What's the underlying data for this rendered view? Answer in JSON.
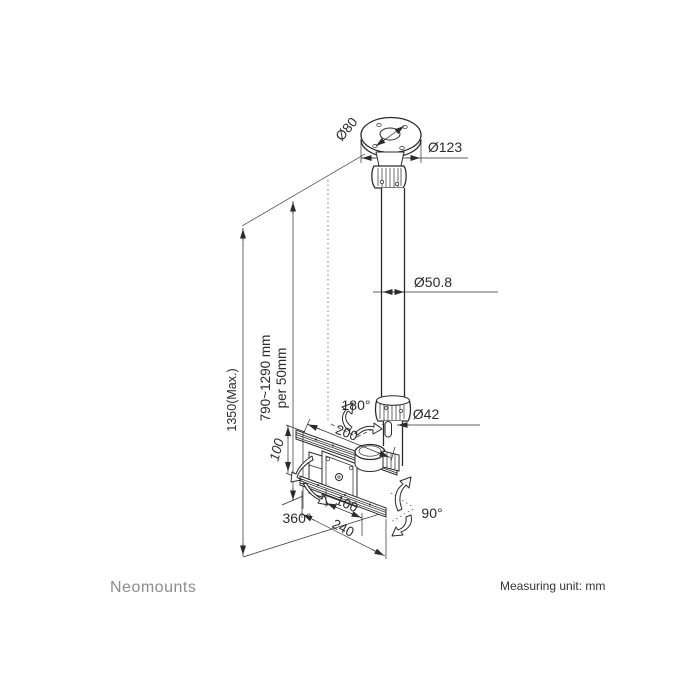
{
  "diagram": {
    "type": "product-dimension-drawing",
    "product": "ceiling mount with telescopic pole and VESA bracket",
    "labels": {
      "plate_diameter": "Ø123",
      "bolt_circle_diameter": "Ø80",
      "upper_pole_diameter": "Ø50.8",
      "lower_pole_diameter": "Ø42",
      "max_height": "1350(Max.)",
      "height_range_line1": "790~1290 mm",
      "height_range_line2": "per 50mm",
      "pole_swivel": "180°",
      "bracket_swivel": "360°",
      "tilt": "90°",
      "arm_length": "200",
      "vesa_vertical": "100",
      "vesa_horizontal": "100",
      "bracket_width": "240"
    }
  },
  "footer": {
    "brand": "Neomounts",
    "measuring_unit": "Measuring unit: mm"
  },
  "colors": {
    "line": "#2b2b2b",
    "text": "#2b2b2b",
    "brand_gray": "#8c8c8c",
    "background": "#ffffff"
  }
}
